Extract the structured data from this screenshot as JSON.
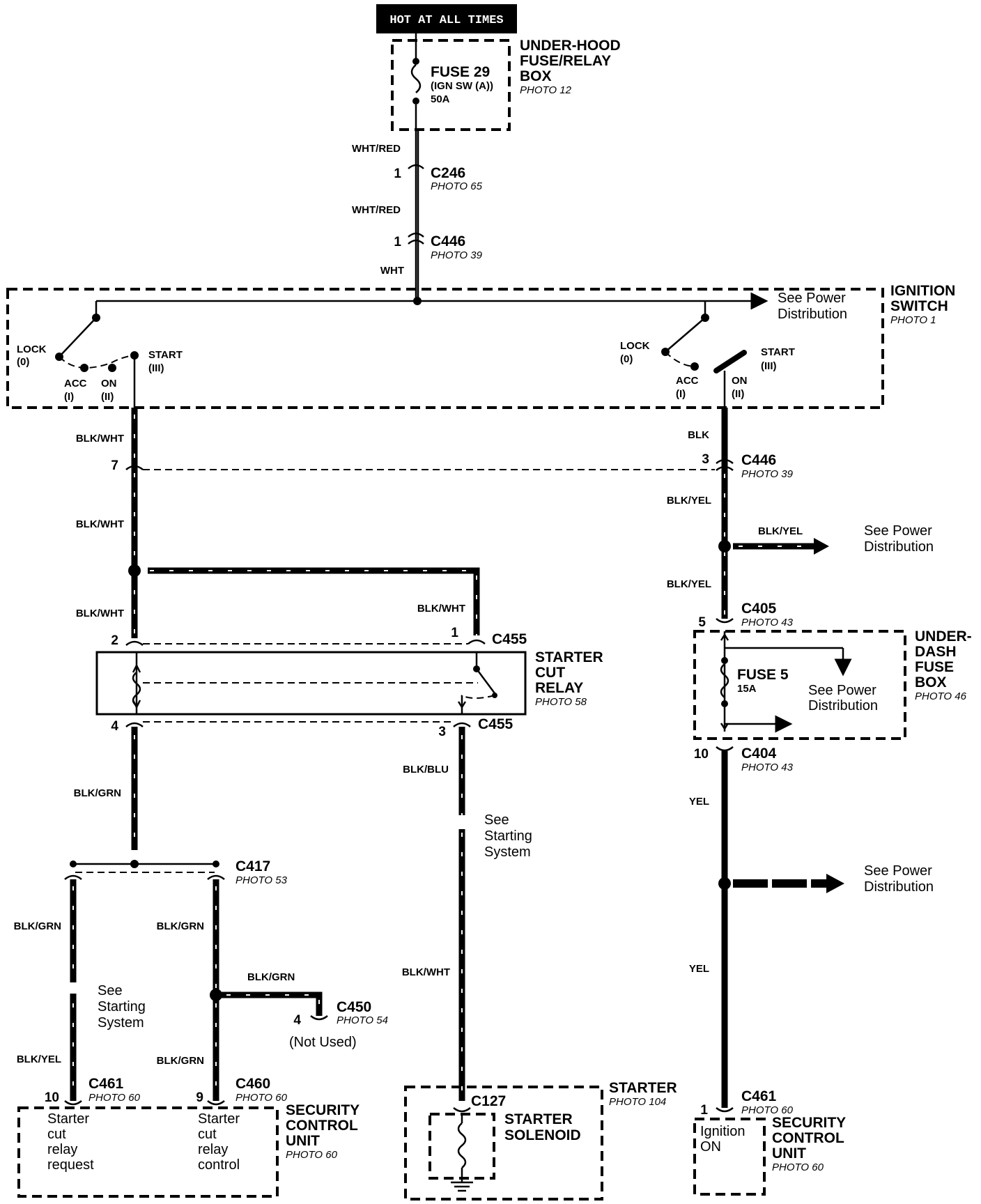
{
  "header": {
    "hot": "HOT AT ALL TIMES"
  },
  "underhood": {
    "fuse": "FUSE 29",
    "fuse_desc": "(IGN SW (A))",
    "fuse_amp": "50A",
    "name1": "UNDER-HOOD",
    "name2": "FUSE/RELAY",
    "name3": "BOX",
    "photo": "PHOTO 12"
  },
  "top_wires": {
    "w1": "WHT/RED",
    "c1_pin": "1",
    "c1": "C246",
    "c1_photo": "PHOTO 65",
    "w2": "WHT/RED",
    "c2_pin": "1",
    "c2": "C446",
    "c2_photo": "PHOTO 39",
    "w3": "WHT"
  },
  "ignition": {
    "name1": "IGNITION",
    "name2": "SWITCH",
    "photo": "PHOTO 1",
    "see1": "See Power",
    "see2": "Distribution",
    "lock": "LOCK",
    "lock_n": "(0)",
    "acc": "ACC",
    "acc_n": "(I)",
    "on": "ON",
    "on_n": "(II)",
    "start": "START",
    "start_n": "(III)"
  },
  "left": {
    "w1": "BLK/WHT",
    "pin7": "7",
    "w2": "BLK/WHT",
    "w3": "BLK/WHT",
    "w_right": "BLK/WHT",
    "pin2": "2",
    "pin1": "1",
    "c455_top": "C455",
    "relay1": "STARTER",
    "relay2": "CUT",
    "relay3": "RELAY",
    "relay_photo": "PHOTO 58",
    "pin4": "4",
    "pin3": "3",
    "c455_bot": "C455",
    "w_grn": "BLK/GRN",
    "w_blu": "BLK/BLU",
    "see_start1": "See",
    "see_start2": "Starting",
    "see_start3": "System",
    "c417": "C417",
    "c417_photo": "PHOTO 53",
    "w_grn_l": "BLK/GRN",
    "w_grn_r": "BLK/GRN",
    "see_b1": "See",
    "see_b2": "Starting",
    "see_b3": "System",
    "w_grn_branch": "BLK/GRN",
    "c450_pin": "4",
    "c450": "C450",
    "c450_photo": "PHOTO 54",
    "not_used": "(Not Used)",
    "w_yel_l": "BLK/YEL",
    "w_grn_r2": "BLK/GRN",
    "c461_pin": "10",
    "c461": "C461",
    "c461_photo": "PHOTO 60",
    "c460_pin": "9",
    "c460": "C460",
    "c460_photo": "PHOTO 60",
    "scu_a1": "Starter",
    "scu_a2": "cut",
    "scu_a3": "relay",
    "scu_a4": "request",
    "scu_b1": "Starter",
    "scu_b2": "cut",
    "scu_b3": "relay",
    "scu_b4": "control",
    "scu1": "SECURITY",
    "scu2": "CONTROL",
    "scu3": "UNIT",
    "scu_photo": "PHOTO 60",
    "w_blk_wht_bot": "BLK/WHT",
    "c127": "C127",
    "starter": "STARTER",
    "starter_photo": "PHOTO 104",
    "sol1": "STARTER",
    "sol2": "SOLENOID"
  },
  "right": {
    "w_blk": "BLK",
    "pin3": "3",
    "c446": "C446",
    "c446_photo": "PHOTO 39",
    "w_yel1": "BLK/YEL",
    "w_yel_branch": "BLK/YEL",
    "see1": "See Power",
    "see2": "Distribution",
    "w_yel2": "BLK/YEL",
    "pin5": "5",
    "c405": "C405",
    "c405_photo": "PHOTO 43",
    "ud1": "UNDER-",
    "ud2": "DASH",
    "ud3": "FUSE",
    "ud4": "BOX",
    "ud_photo": "PHOTO 46",
    "fuse": "FUSE 5",
    "fuse_amp": "15A",
    "fuse_see1": "See Power",
    "fuse_see2": "Distribution",
    "pin10": "10",
    "c404": "C404",
    "c404_photo": "PHOTO 43",
    "w_yel3": "YEL",
    "see3_1": "See Power",
    "see3_2": "Distribution",
    "w_yel4": "YEL",
    "c461_pin": "1",
    "c461": "C461",
    "c461_photo": "PHOTO 60",
    "ign1": "Ignition",
    "ign2": "ON",
    "scu1": "SECURITY",
    "scu2": "CONTROL",
    "scu3": "UNIT",
    "scu_photo": "PHOTO 60"
  }
}
